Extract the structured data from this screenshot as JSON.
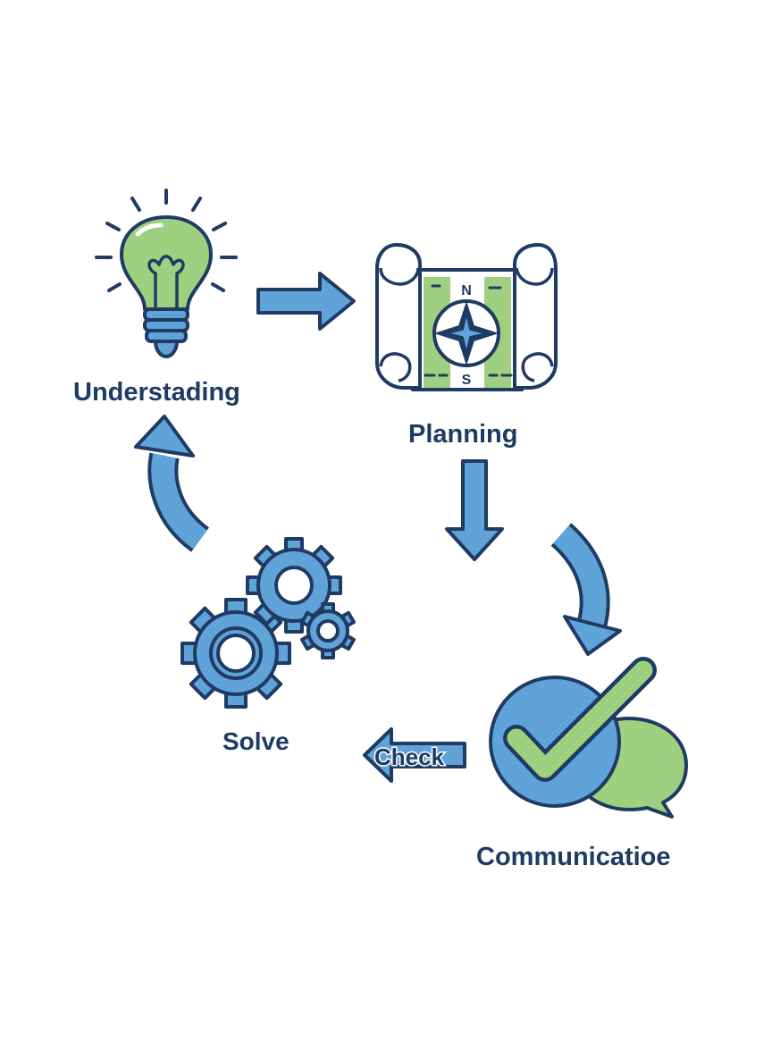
{
  "colors": {
    "outline": "#1f3b63",
    "blue": "#5fa3d9",
    "green": "#9fd07f",
    "white": "#ffffff"
  },
  "icons": [
    "lightbulb-icon",
    "map-scroll-icon",
    "compass-icon",
    "gears-icon",
    "checkmark-icon",
    "speech-bubble-icon"
  ],
  "steps": {
    "understanding": "Understading",
    "planning": "Planning",
    "solve": "Solve",
    "communication": "Communicatioe"
  },
  "arrows": {
    "check": "Check"
  },
  "compass": {
    "north": "N",
    "south": "S"
  }
}
